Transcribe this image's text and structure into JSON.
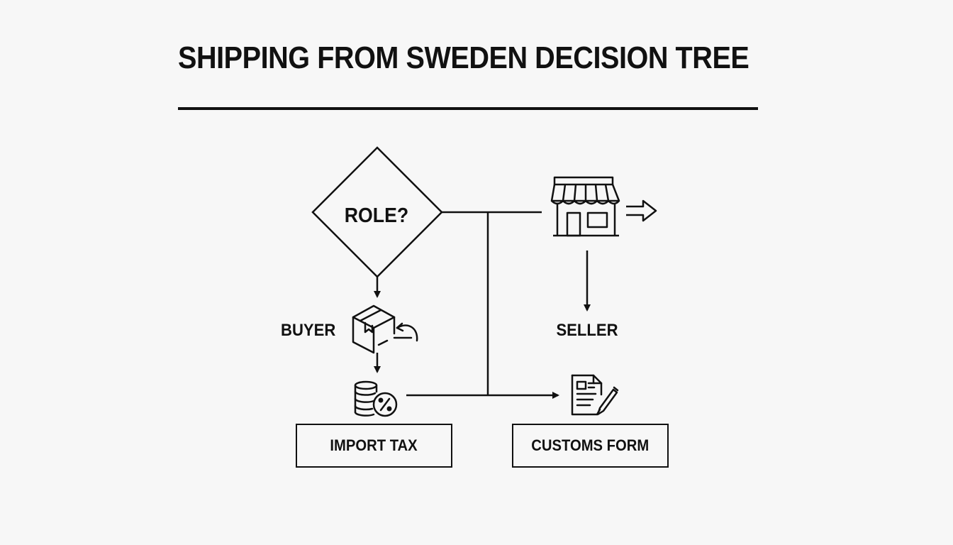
{
  "title": "SHIPPING FROM SWEDEN DECISION TREE",
  "decision": {
    "label": "ROLE?"
  },
  "branches": {
    "buyer": {
      "label": "BUYER",
      "icon": "package-return-icon",
      "tax_icon": "coins-percent-icon",
      "outcome": "IMPORT TAX"
    },
    "seller": {
      "label": "SELLER",
      "icon": "storefront-icon",
      "export_icon": "export-arrow-icon",
      "form_icon": "document-pen-icon",
      "outcome": "CUSTOMS FORM"
    }
  },
  "colors": {
    "background": "#f7f7f7",
    "ink": "#111111"
  }
}
